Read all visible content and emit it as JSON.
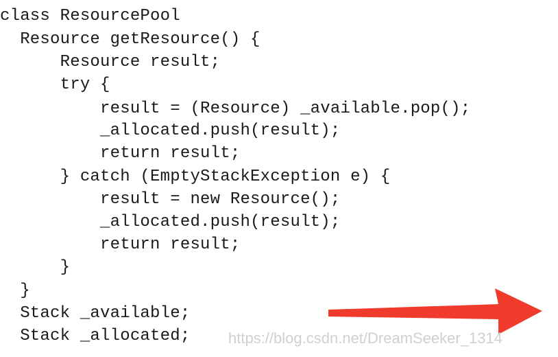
{
  "code": {
    "lines": [
      "class ResourcePool",
      "  Resource getResource() {",
      "      Resource result;",
      "      try {",
      "          result = (Resource) _available.pop();",
      "          _allocated.push(result);",
      "          return result;",
      "      } catch (EmptyStackException e) {",
      "          result = new Resource();",
      "          _allocated.push(result);",
      "          return result;",
      "      }",
      "  }",
      "  Stack _available;",
      "  Stack _allocated;"
    ]
  },
  "watermark": {
    "text": "https://blog.csdn.net/DreamSeeker_1314"
  },
  "annotation": {
    "arrow_color": "#ef3a2c",
    "arrow_icon": "arrow-right-icon"
  }
}
